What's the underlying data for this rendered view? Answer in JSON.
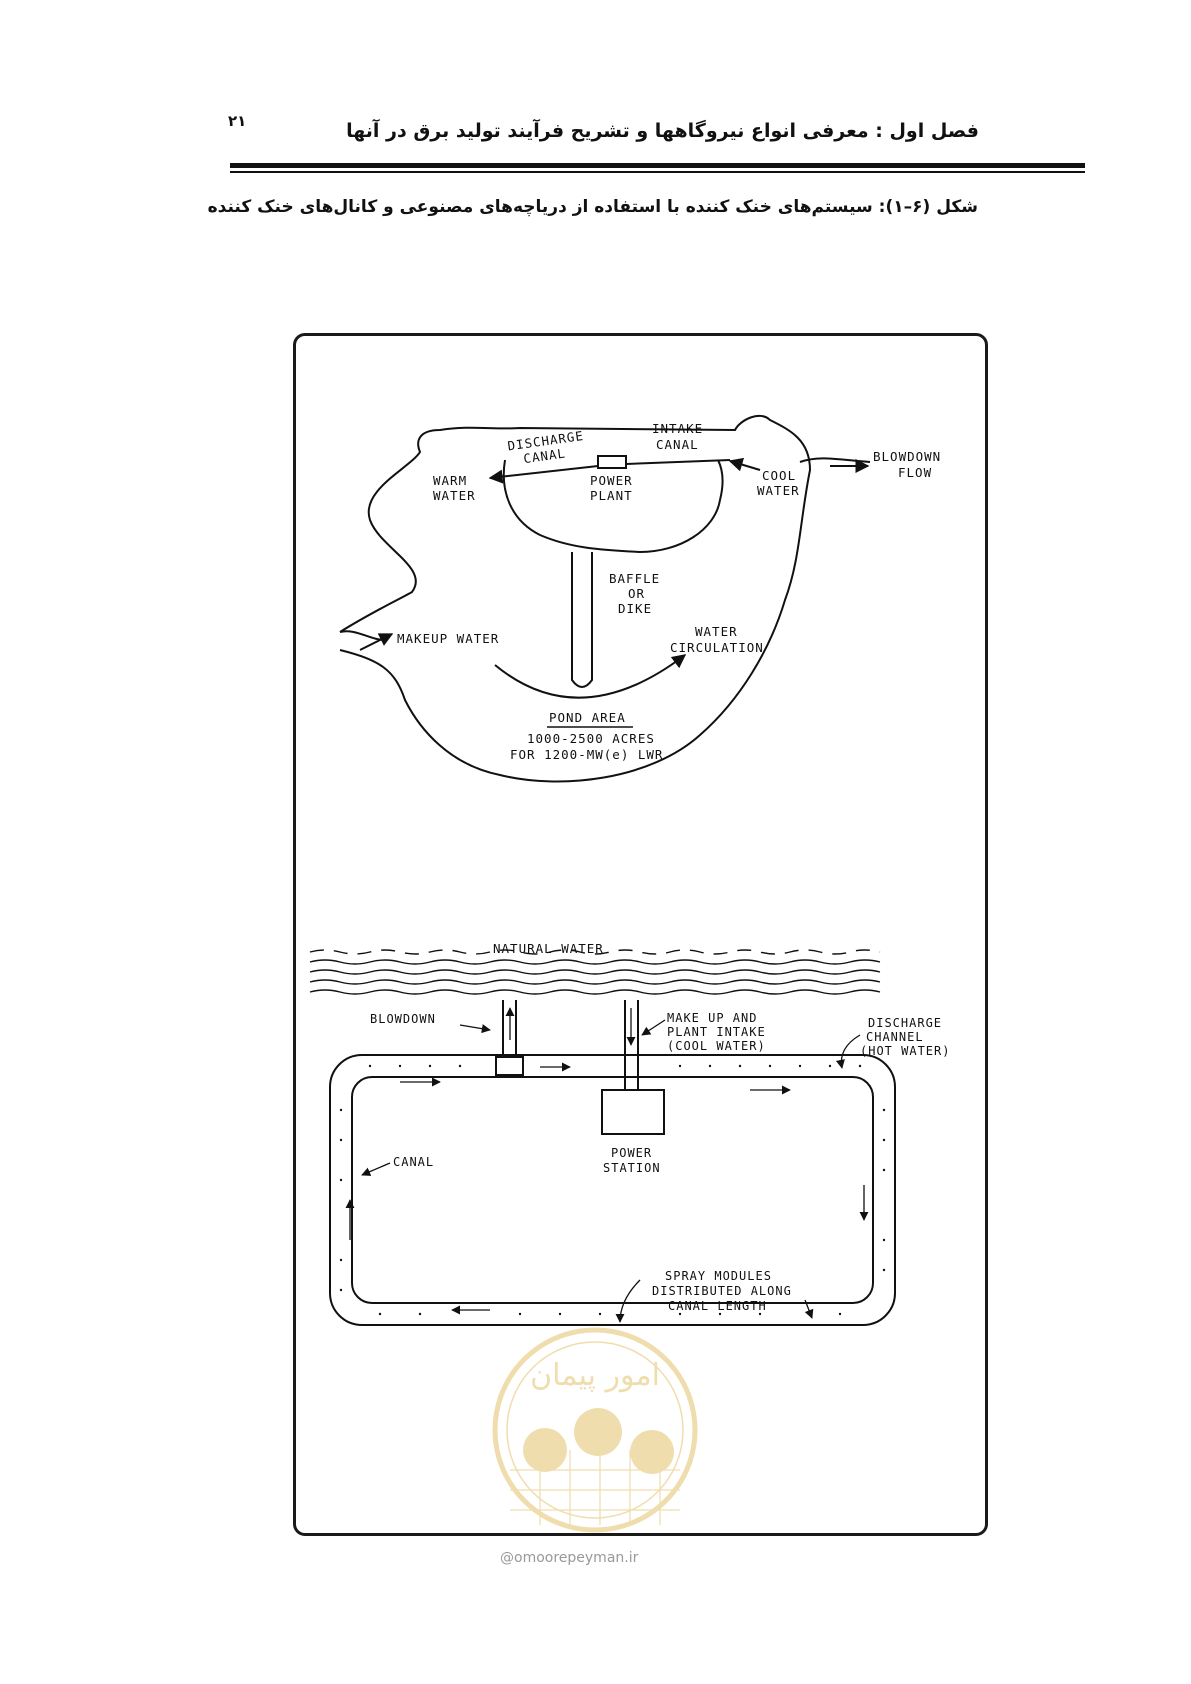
{
  "header": {
    "page_number": "۲۱",
    "chapter_title": "فصل اول : معرفی انواع نیروگاهها و تشریح فرآیند تولید برق در آنها"
  },
  "figure": {
    "caption": "شکل (۶–۱): سیستم‌های خنک کننده با استفاده از دریاچه‌های مصنوعی و کانال‌های خنک کننده",
    "pond_diagram": {
      "discharge_canal": [
        "DISCHARGE",
        "CANAL"
      ],
      "intake_canal": [
        "INTAKE",
        "CANAL"
      ],
      "blowdown_flow": [
        "BLOWDOWN",
        "FLOW"
      ],
      "warm_water": [
        "WARM",
        "WATER"
      ],
      "power_plant": [
        "POWER",
        "PLANT"
      ],
      "cool_water": [
        "COOL",
        "WATER"
      ],
      "baffle": [
        "BAFFLE",
        "OR",
        "DIKE"
      ],
      "makeup_water": "MAKEUP WATER",
      "water_circulation": [
        "WATER",
        "CIRCULATION"
      ],
      "pond_area": "POND AREA",
      "pond_size": [
        "1000-2500 ACRES",
        "FOR 1200-MW(e) LWR"
      ]
    },
    "canal_diagram": {
      "natural_water": "NATURAL WATER",
      "blowdown": "BLOWDOWN",
      "makeup_intake": [
        "MAKE UP AND",
        "PLANT INTAKE",
        "(COOL WATER)"
      ],
      "discharge_channel": [
        "DISCHARGE",
        "CHANNEL",
        "(HOT WATER)"
      ],
      "power_station": [
        "POWER",
        "STATION"
      ],
      "canal": "CANAL",
      "spray_modules": [
        "SPRAY MODULES",
        "DISTRIBUTED ALONG",
        "CANAL LENGTH"
      ]
    }
  },
  "watermark": {
    "site": "@omoorepeyman.ir",
    "logo_text": "امور پیمان"
  }
}
